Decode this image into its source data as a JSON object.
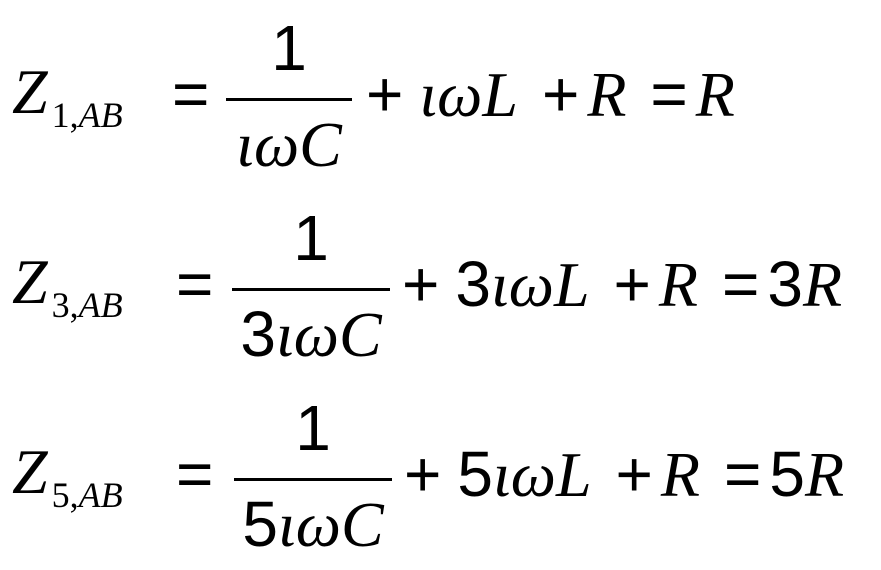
{
  "equations": [
    {
      "lhs_var": "Z",
      "sub_num": "1,",
      "sub_var": "AB",
      "equals": "=",
      "numerator": "1",
      "den_coef": "",
      "den_var": "ιωC",
      "plus1": "+",
      "term_coef": "",
      "term_var": "ιωL",
      "plus2": "+",
      "r_var": "R",
      "equals2": "=",
      "result_coef": "",
      "result_var": "R"
    },
    {
      "lhs_var": "Z",
      "sub_num": "3,",
      "sub_var": "AB",
      "equals": "=",
      "numerator": "1",
      "den_coef": "3",
      "den_var": "ιωC",
      "plus1": "+",
      "term_coef": "3",
      "term_var": "ιωL",
      "plus2": "+",
      "r_var": "R",
      "equals2": "=",
      "result_coef": "3",
      "result_var": "R"
    },
    {
      "lhs_var": "Z",
      "sub_num": "5,",
      "sub_var": "AB",
      "equals": "=",
      "numerator": "1",
      "den_coef": "5",
      "den_var": "ιωC",
      "plus1": "+",
      "term_coef": "5",
      "term_var": "ιωL",
      "plus2": "+",
      "r_var": "R",
      "equals2": "=",
      "result_coef": "5",
      "result_var": "R"
    }
  ]
}
